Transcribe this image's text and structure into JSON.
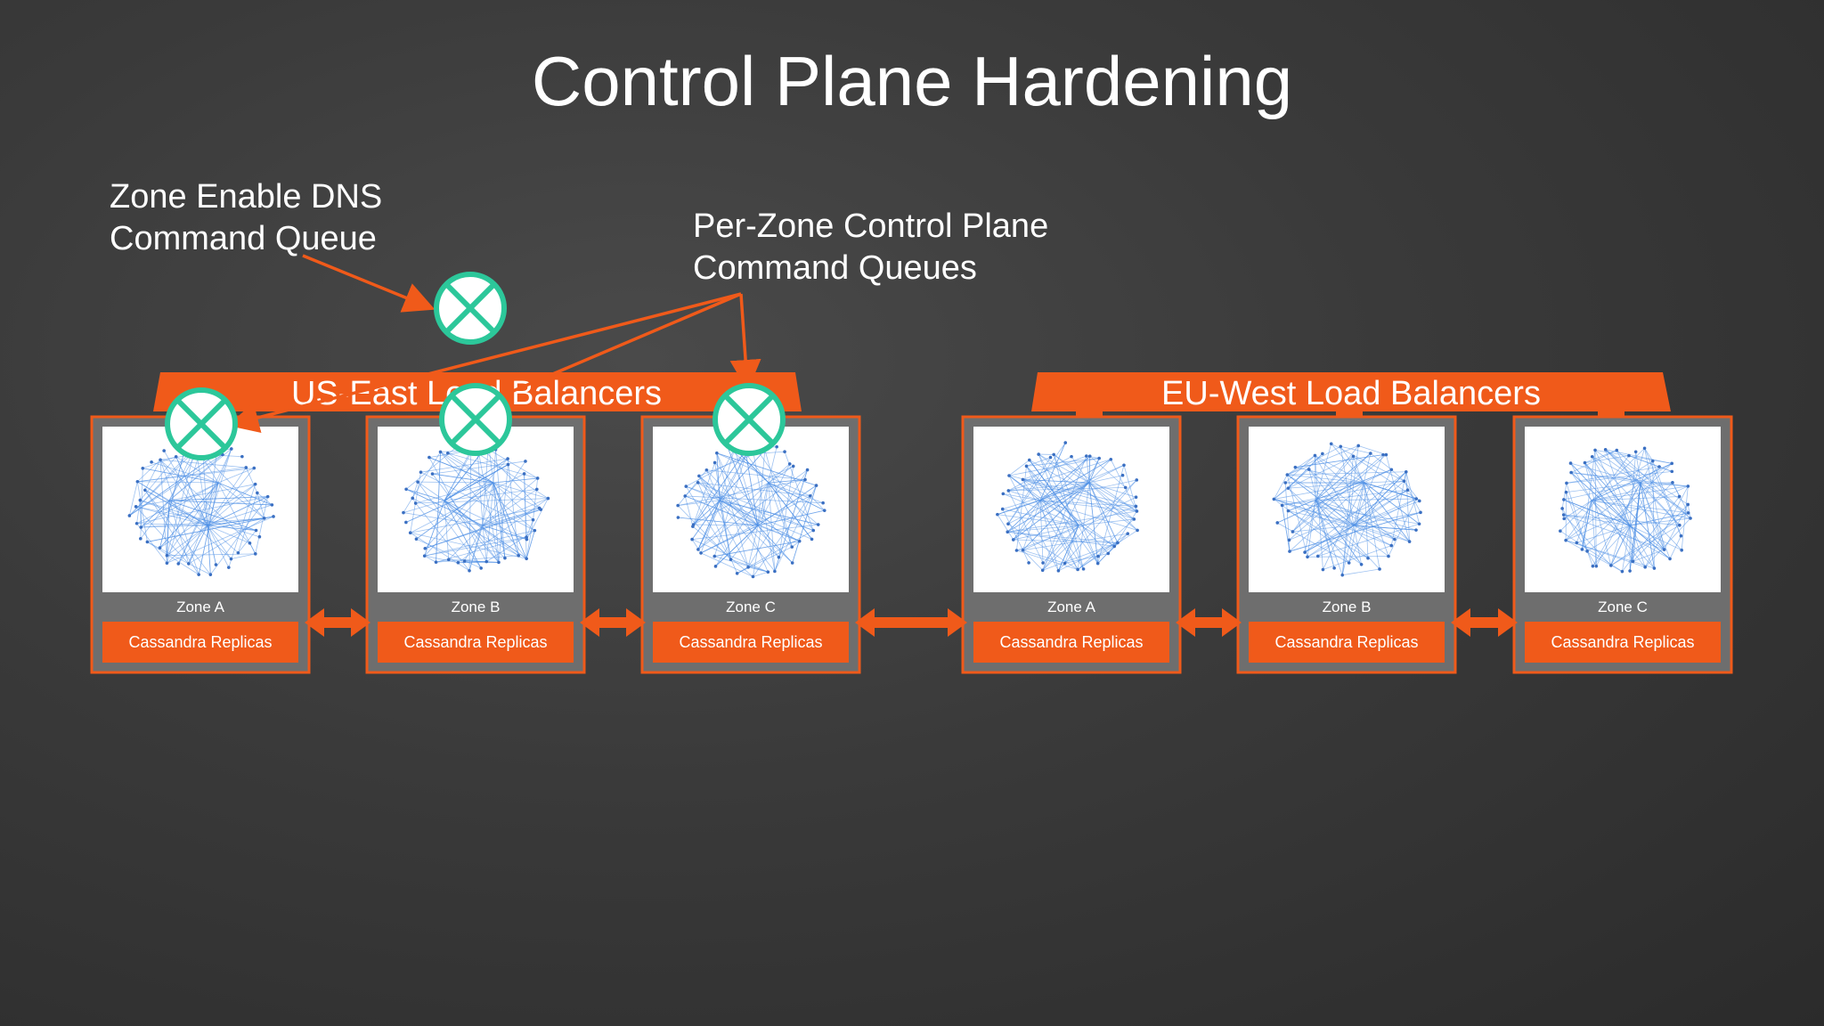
{
  "slide": {
    "title": "Control Plane Hardening",
    "note_dns": [
      "Zone Enable DNS",
      "Command Queue"
    ],
    "note_per_zone": [
      "Per-Zone Control Plane",
      "Command Queues"
    ]
  },
  "regions": [
    {
      "name": "US-East Load Balancers",
      "zones": [
        {
          "label": "Zone A",
          "replicas": "Cassandra Replicas",
          "queue_marker": true
        },
        {
          "label": "Zone B",
          "replicas": "Cassandra Replicas",
          "queue_marker": true
        },
        {
          "label": "Zone C",
          "replicas": "Cassandra Replicas",
          "queue_marker": true
        }
      ]
    },
    {
      "name": "EU-West Load Balancers",
      "zones": [
        {
          "label": "Zone A",
          "replicas": "Cassandra Replicas",
          "queue_marker": false
        },
        {
          "label": "Zone B",
          "replicas": "Cassandra Replicas",
          "queue_marker": false
        },
        {
          "label": "Zone C",
          "replicas": "Cassandra Replicas",
          "queue_marker": false
        }
      ]
    }
  ],
  "icons": {
    "queue_marker": "x-circle-icon",
    "graph_thumbnail": "network-graph-icon"
  },
  "colors": {
    "accent_orange": "#f05a1a",
    "marker_green": "#2cc79a",
    "zone_box_gray": "#6e6e6e",
    "graph_blue": "#4f8fe6"
  }
}
